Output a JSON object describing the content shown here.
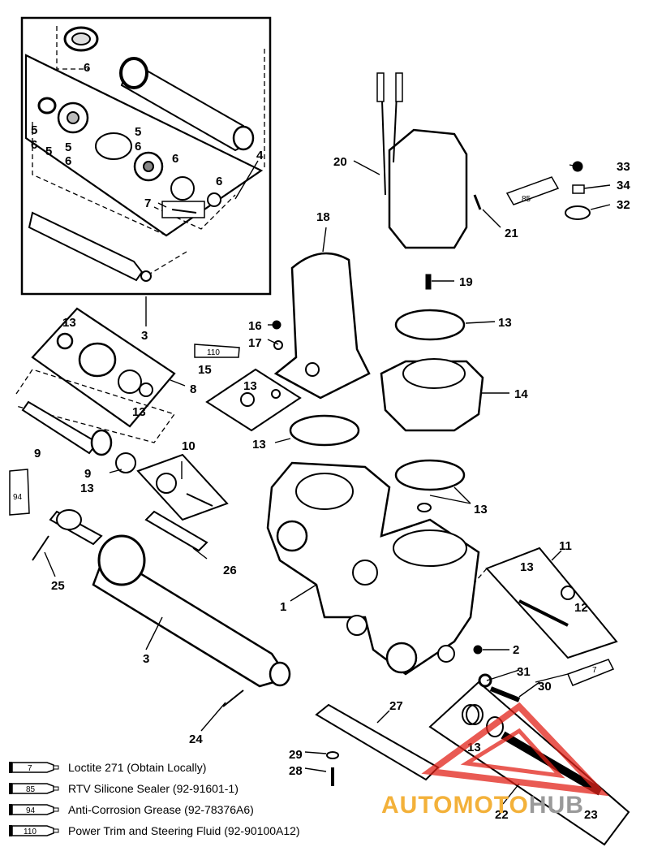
{
  "callouts": [
    {
      "id": "c6a",
      "text": "6"
    },
    {
      "id": "c5a",
      "text": "5"
    },
    {
      "id": "c6b",
      "text": "6"
    },
    {
      "id": "c5b",
      "text": "5"
    },
    {
      "id": "c5c",
      "text": "5"
    },
    {
      "id": "c6c",
      "text": "6"
    },
    {
      "id": "c5d",
      "text": "5"
    },
    {
      "id": "c6d",
      "text": "6"
    },
    {
      "id": "c6e",
      "text": "6"
    },
    {
      "id": "c6f",
      "text": "6"
    },
    {
      "id": "c7",
      "text": "7"
    },
    {
      "id": "c4",
      "text": "4"
    },
    {
      "id": "c3a",
      "text": "3"
    },
    {
      "id": "c13a",
      "text": "13"
    },
    {
      "id": "c8",
      "text": "8"
    },
    {
      "id": "c13b",
      "text": "13"
    },
    {
      "id": "c9a",
      "text": "9"
    },
    {
      "id": "c9b",
      "text": "9"
    },
    {
      "id": "c13c",
      "text": "13"
    },
    {
      "id": "c10",
      "text": "10"
    },
    {
      "id": "c16",
      "text": "16"
    },
    {
      "id": "c17",
      "text": "17"
    },
    {
      "id": "c15",
      "text": "15"
    },
    {
      "id": "c13d",
      "text": "13"
    },
    {
      "id": "c18",
      "text": "18"
    },
    {
      "id": "c20",
      "text": "20"
    },
    {
      "id": "c33",
      "text": "33"
    },
    {
      "id": "c34",
      "text": "34"
    },
    {
      "id": "c32",
      "text": "32"
    },
    {
      "id": "c21",
      "text": "21"
    },
    {
      "id": "c19",
      "text": "19"
    },
    {
      "id": "c13e",
      "text": "13"
    },
    {
      "id": "c14",
      "text": "14"
    },
    {
      "id": "c13f",
      "text": "13"
    },
    {
      "id": "c13g",
      "text": "13"
    },
    {
      "id": "c11",
      "text": "11"
    },
    {
      "id": "c13h",
      "text": "13"
    },
    {
      "id": "c12",
      "text": "12"
    },
    {
      "id": "c26",
      "text": "26"
    },
    {
      "id": "c25",
      "text": "25"
    },
    {
      "id": "c1",
      "text": "1"
    },
    {
      "id": "c3b",
      "text": "3"
    },
    {
      "id": "c2",
      "text": "2"
    },
    {
      "id": "c31",
      "text": "31"
    },
    {
      "id": "c30",
      "text": "30"
    },
    {
      "id": "c24",
      "text": "24"
    },
    {
      "id": "c27",
      "text": "27"
    },
    {
      "id": "c13i",
      "text": "13"
    },
    {
      "id": "c29",
      "text": "29"
    },
    {
      "id": "c28",
      "text": "28"
    },
    {
      "id": "c22",
      "text": "22"
    },
    {
      "id": "c23",
      "text": "23"
    }
  ],
  "tubes": {
    "t85_top": "85",
    "t110": "110",
    "t94": "94",
    "t7_right": "7"
  },
  "legend": [
    {
      "code": "7",
      "text": "Loctite 271 (Obtain Locally)"
    },
    {
      "code": "85",
      "text": "RTV Silicone Sealer (92-91601-1)"
    },
    {
      "code": "94",
      "text": "Anti-Corrosion Grease (92-78376A6)"
    },
    {
      "code": "110",
      "text": "Power Trim  and Steering Fluid (92-90100A12)"
    }
  ],
  "watermark": {
    "part1": "AUTOMOTO",
    "part2": "HUB",
    "color1": "#f3b13a",
    "color2": "#9a9a9a",
    "triangle_color": "#e2231a"
  }
}
